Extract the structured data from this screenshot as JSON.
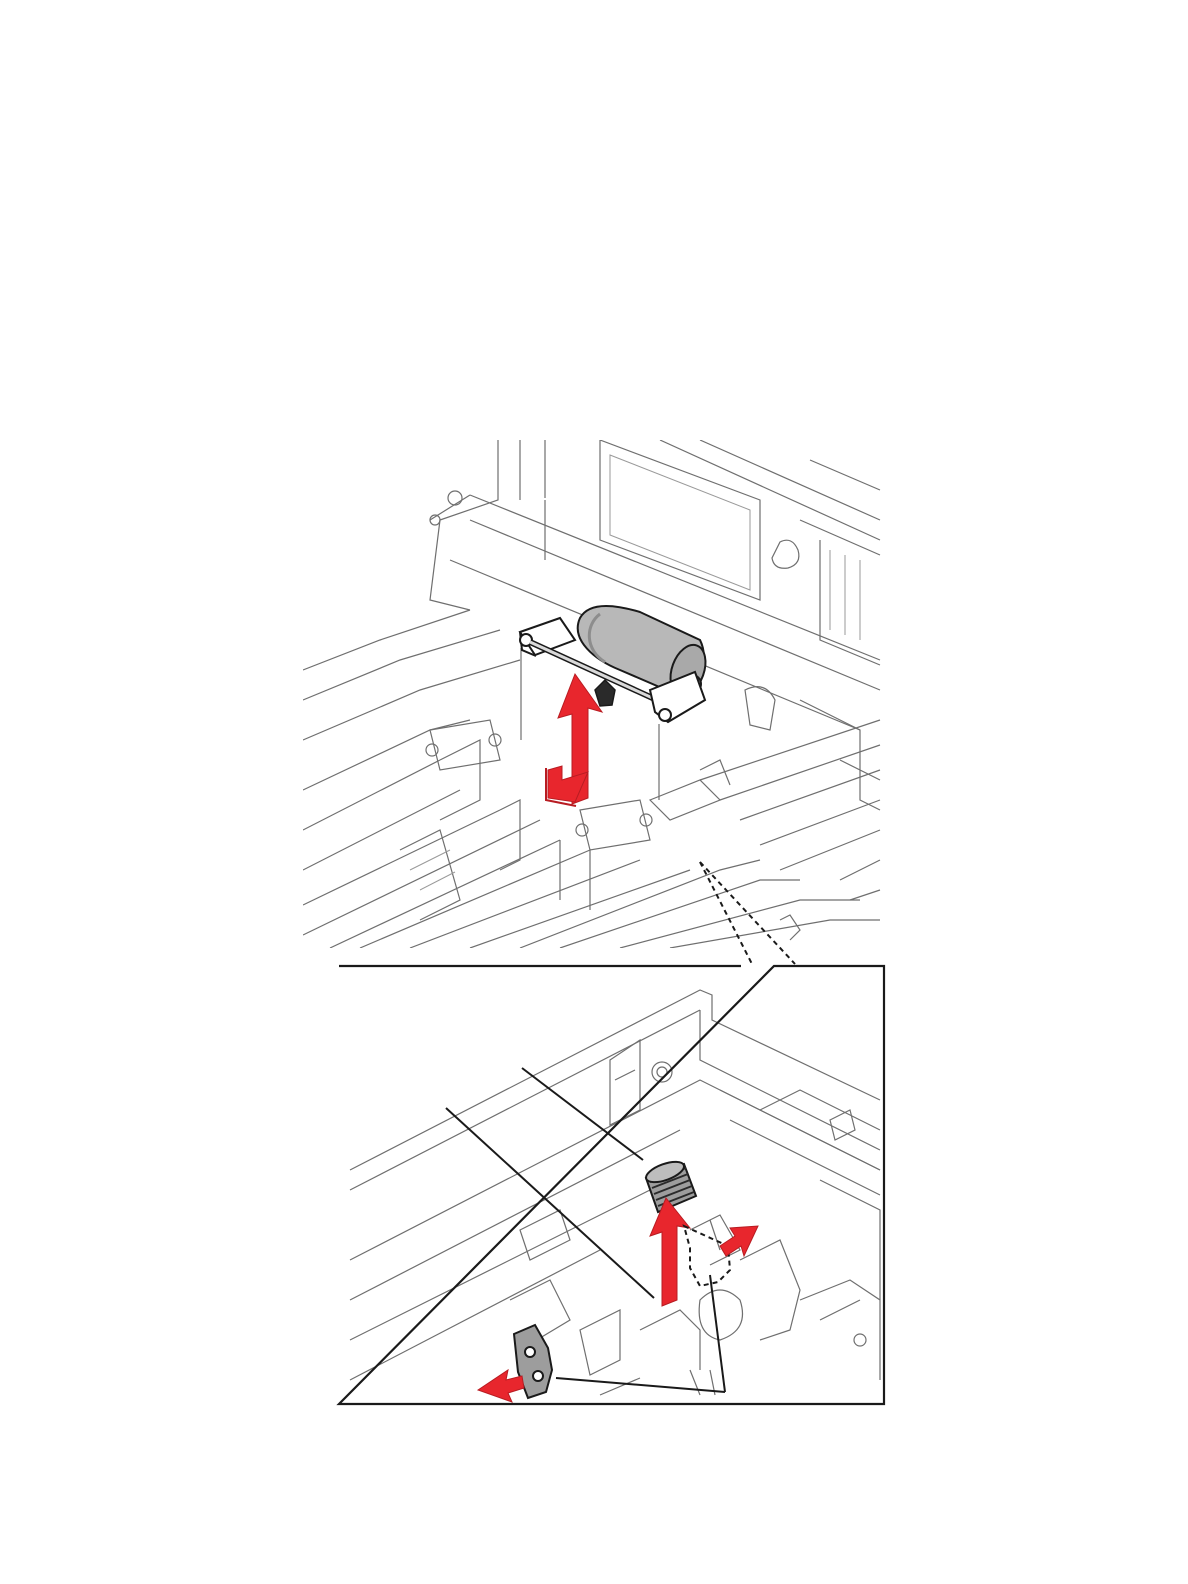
{
  "colors": {
    "background": "#ffffff",
    "arrow": "#e8262d",
    "arrow_dark": "#b81c22",
    "outline": "#1a1a1a",
    "roller": "#b8b8b8"
  },
  "figure": {
    "top_view": {
      "components": [
        "roller-assembly",
        "feed-tray",
        "printer-frame"
      ],
      "arrows": [
        "up-down-arrow"
      ]
    },
    "detail_view": {
      "components": [
        "spring",
        "bracket",
        "rail-frame"
      ],
      "arrows": [
        "spring-up-arrow",
        "latch-arrow",
        "bracket-left-arrow"
      ]
    }
  }
}
